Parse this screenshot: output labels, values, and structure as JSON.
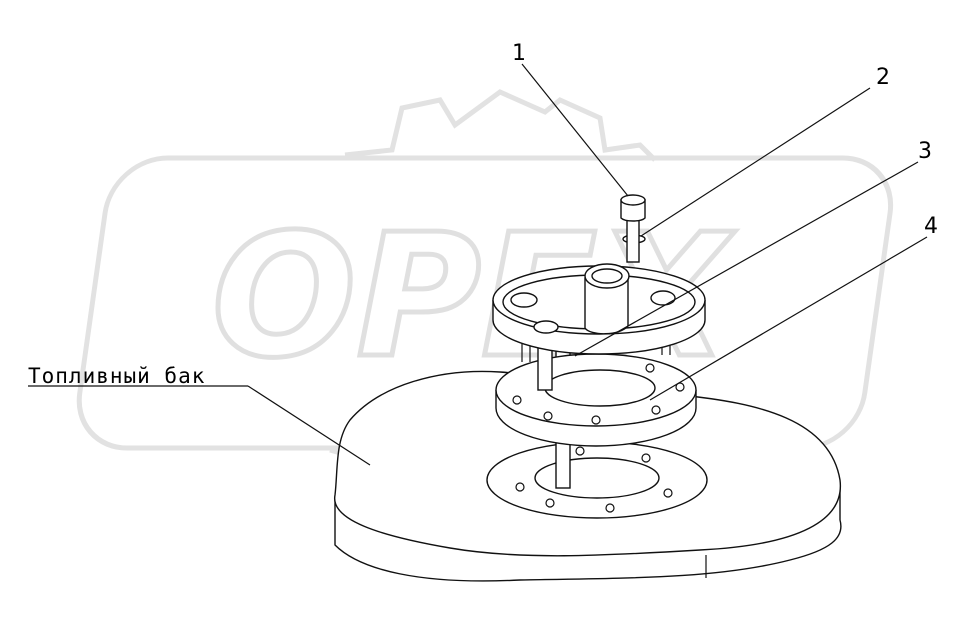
{
  "diagram": {
    "watermark_text": "OPEX",
    "caption": "Топливный бак",
    "callouts": [
      "1",
      "2",
      "3",
      "4"
    ],
    "colors": {
      "line": "#111111",
      "watermark": "#e2e2e2",
      "background": "#ffffff"
    }
  }
}
